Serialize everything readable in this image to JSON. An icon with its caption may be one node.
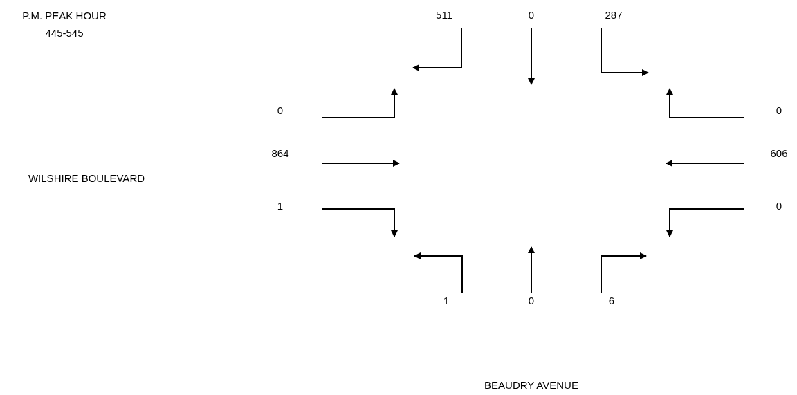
{
  "diagram": {
    "labels": [
      "P.M. PEAK HOUR",
      "445-545",
      "511",
      "0",
      "287",
      "0",
      "0",
      "864",
      "606",
      "WILSHIRE BOULEVARD",
      "1",
      "0",
      "1",
      "0",
      "6",
      "BEAUDRY AVENUE"
    ]
  }
}
